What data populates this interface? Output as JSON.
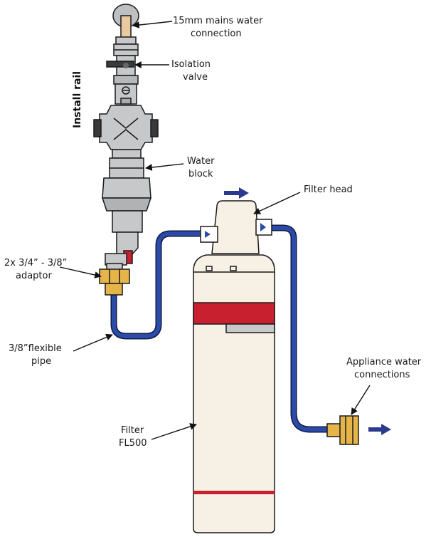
{
  "labels": {
    "mains_line1": "15mm mains water",
    "mains_line2": "connection",
    "isolation_line1": "Isolation",
    "isolation_line2": "valve",
    "install_rail": "Install rail",
    "water_block_line1": "Water",
    "water_block_line2": "block",
    "filter_head": "Filter head",
    "adaptor_line1": "2x 3/4” - 3/8”",
    "adaptor_line2": "adaptor",
    "flex_pipe_line1": "3/8”flexible",
    "flex_pipe_line2": "pipe",
    "filter_line1": "Filter",
    "filter_line2": "FL500",
    "appliance_line1": "Appliance water",
    "appliance_line2": "connections"
  },
  "colors": {
    "pipe": "#2c4aa8",
    "flow_arrow": "#2b3a8c",
    "brass": "#e6b54a",
    "copper": "#e8c9a0",
    "filter_band": "#c8202f",
    "filter_body": "#f6f1e4",
    "metal": "#c6c8ca",
    "metal_dark": "#a9abad"
  }
}
